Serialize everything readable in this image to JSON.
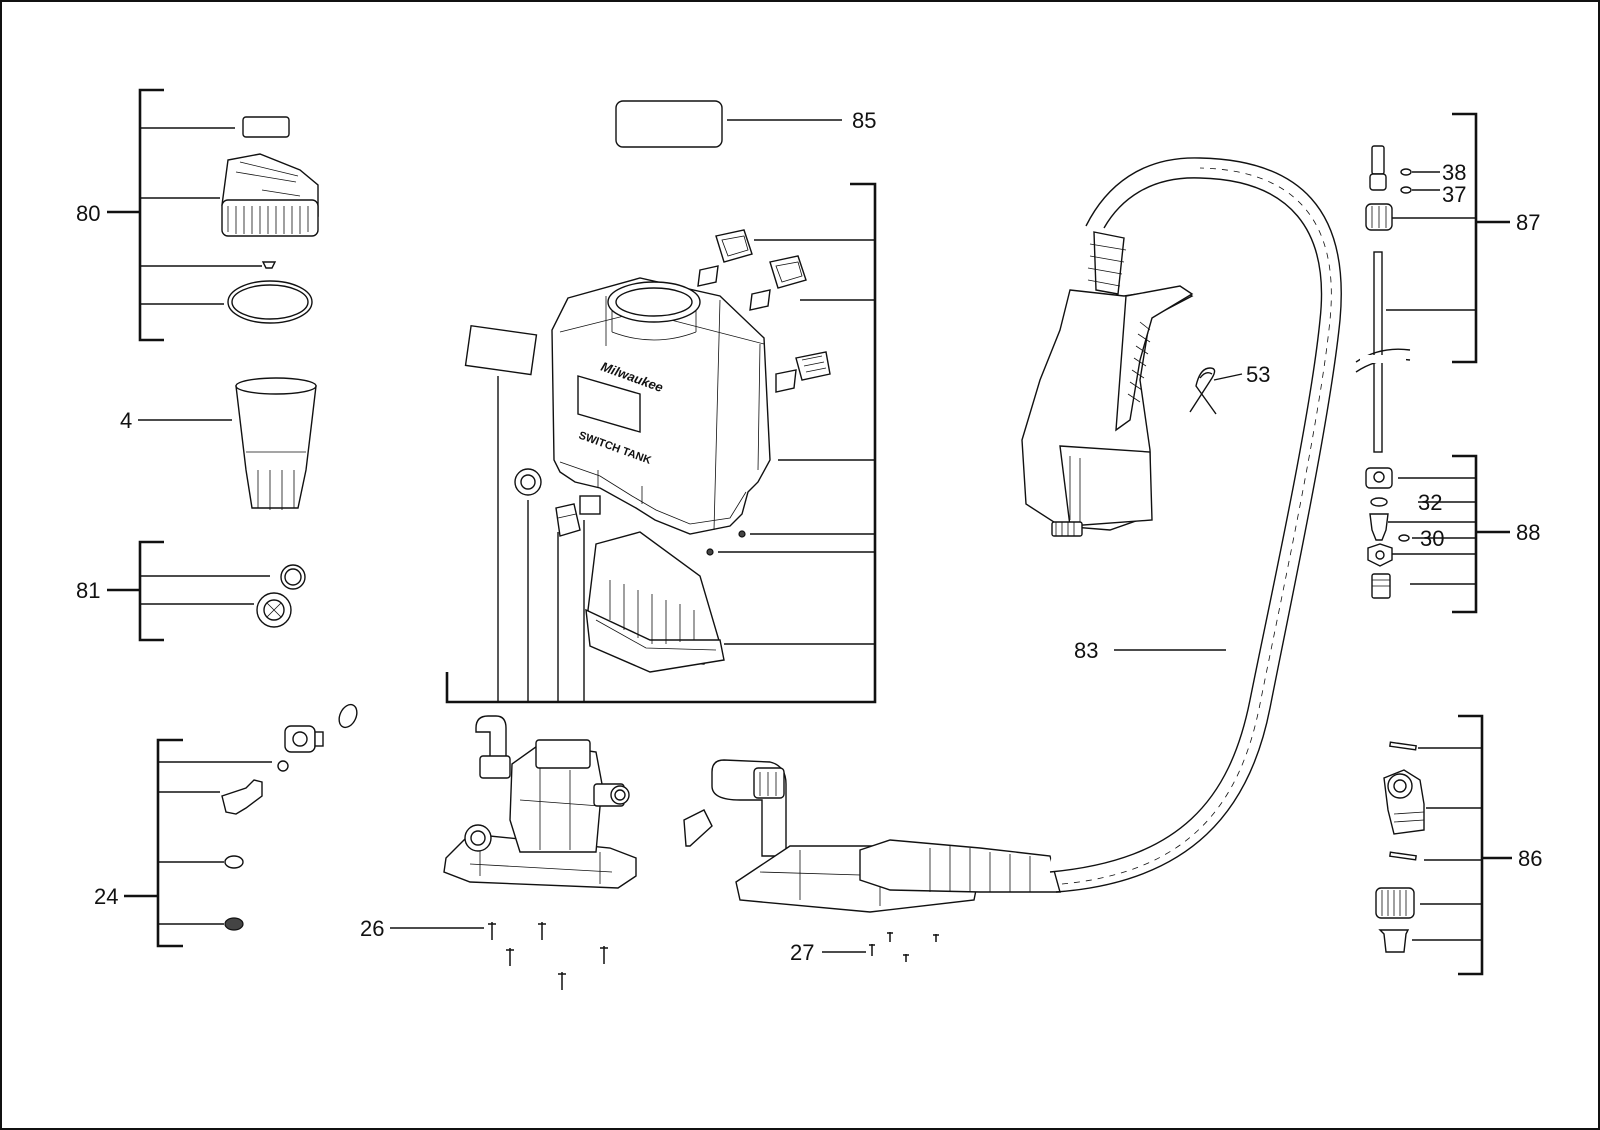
{
  "title": "",
  "parts": [
    {
      "id": "80",
      "label": "80"
    },
    {
      "id": "4",
      "label": "4"
    },
    {
      "id": "81",
      "label": "81"
    },
    {
      "id": "24",
      "label": "24"
    },
    {
      "id": "26",
      "label": "26"
    },
    {
      "id": "27",
      "label": "27"
    },
    {
      "id": "85",
      "label": "85"
    },
    {
      "id": "53",
      "label": "53"
    },
    {
      "id": "83",
      "label": "83"
    },
    {
      "id": "38",
      "label": "38"
    },
    {
      "id": "37",
      "label": "37"
    },
    {
      "id": "87",
      "label": "87"
    },
    {
      "id": "32",
      "label": "32"
    },
    {
      "id": "30",
      "label": "30"
    },
    {
      "id": "88",
      "label": "88"
    },
    {
      "id": "86",
      "label": "86"
    }
  ],
  "tank_branding": {
    "logo": "Milwaukee",
    "product": "SWITCH TANK"
  }
}
